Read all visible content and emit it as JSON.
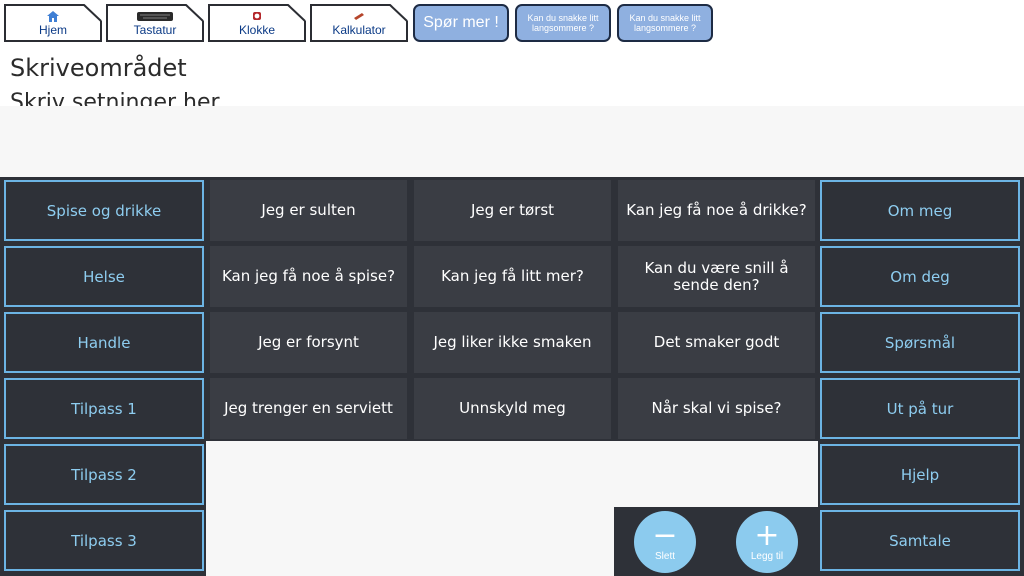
{
  "tabs": [
    {
      "label": "Hjem",
      "icon": "home-icon"
    },
    {
      "label": "Tastatur",
      "icon": "keyboard-icon"
    },
    {
      "label": "Klokke",
      "icon": "clock-icon"
    },
    {
      "label": "Kalkulator",
      "icon": "calculator-icon"
    }
  ],
  "quick_buttons": {
    "ask_more": "Spør mer !",
    "speak_slower_1": "Kan du snakke litt langsommere ?",
    "speak_slower_2": "Kan du snakke litt langsommere ?"
  },
  "writing_area": {
    "title": "Skriveområdet",
    "placeholder": "Skriv setninger her"
  },
  "categories_left": [
    "Spise og drikke",
    "Helse",
    "Handle",
    "Tilpass 1",
    "Tilpass 2",
    "Tilpass 3"
  ],
  "categories_right": [
    "Om meg",
    "Om deg",
    "Spørsmål",
    "Ut på tur",
    "Hjelp",
    "Samtale"
  ],
  "phrases": [
    [
      "Jeg er sulten",
      "Jeg er tørst",
      "Kan jeg få noe å drikke?"
    ],
    [
      "Kan jeg få noe å spise?",
      "Kan jeg få litt mer?",
      "Kan du være snill å sende den?"
    ],
    [
      "Jeg er forsynt",
      "Jeg liker ikke smaken",
      "Det smaker godt"
    ],
    [
      "Jeg trenger en serviett",
      "Unnskyld meg",
      "Når skal vi spise?"
    ]
  ],
  "actions": {
    "delete": "Slett",
    "add": "Legg til"
  },
  "colors": {
    "panel_bg": "#2e3138",
    "phrase_bg": "#3a3d44",
    "category_border": "#6cb4e4",
    "category_text": "#8ecdf0",
    "pill_bg": "#8fb0e0",
    "tab_text": "#0b3a86",
    "action_circle": "#8ccbee"
  }
}
